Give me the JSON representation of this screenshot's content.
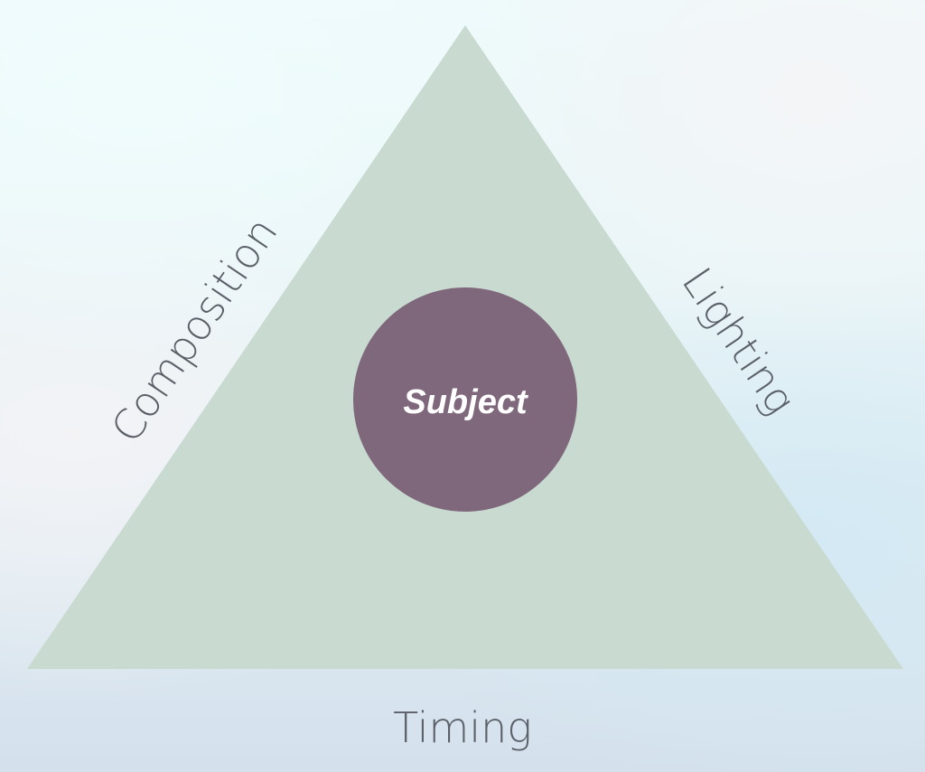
{
  "colors": {
    "triangle": "#c9dbd0",
    "circle": "#7f677c",
    "label": "#5b6068",
    "center_text": "#ffffff"
  },
  "center": {
    "label": "Subject"
  },
  "sides": {
    "left": "Composition",
    "right": "Lighting",
    "bottom": "Timing"
  }
}
